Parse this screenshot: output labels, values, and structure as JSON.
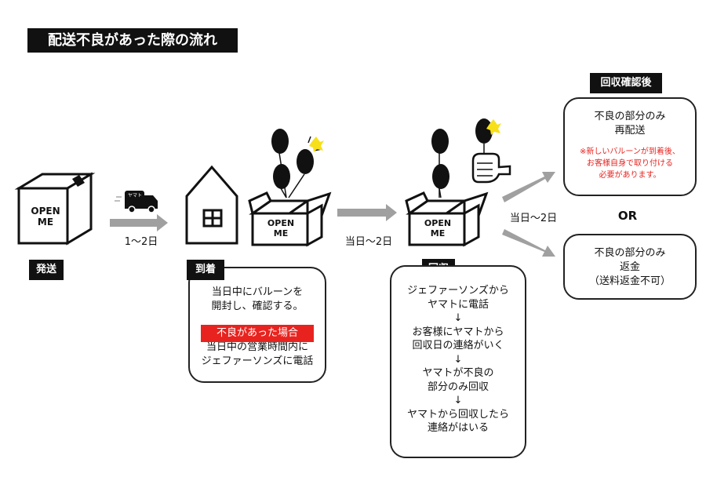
{
  "title": "配送不良があった際の流れ",
  "boxes": {
    "open_me": "OPEN ME",
    "open": "OPEN",
    "me": "ME"
  },
  "truck_label": "ヤマト",
  "arrows": {
    "a1": "1〜2日",
    "a2": "当日〜2日",
    "a3": "当日〜2日",
    "or": "OR"
  },
  "steps": {
    "ship": "発送",
    "arrive": "到着",
    "collect": "回収",
    "after_confirm": "回収確認後"
  },
  "arrival": {
    "line1": "当日中にバルーンを",
    "line2": "開封し、確認する。",
    "defect_label": "不良があった場合",
    "line3": "当日中の営業時間内に",
    "line4": "ジェファーソンズに電話"
  },
  "collection": {
    "l1": "ジェファーソンズから",
    "l2": "ヤマトに電話",
    "l3": "お客様にヤマトから",
    "l4": "回収日の連絡がいく",
    "l5": "ヤマトが不良の",
    "l6": "部分のみ回収",
    "l7": "ヤマトから回収したら",
    "l8": "連絡がはいる",
    "arrow": "↓"
  },
  "option1": {
    "l1": "不良の部分のみ",
    "l2": "再配送",
    "note1": "※新しいバルーンが到着後、",
    "note2": "お客様自身で取り付ける",
    "note3": "必要があります。"
  },
  "option2": {
    "l1": "不良の部分のみ",
    "l2": "返金",
    "l3": "（送料返金不可）"
  },
  "colors": {
    "accent_red": "#e8231f",
    "arrow_gray": "#a0a0a0",
    "black": "#111111"
  }
}
